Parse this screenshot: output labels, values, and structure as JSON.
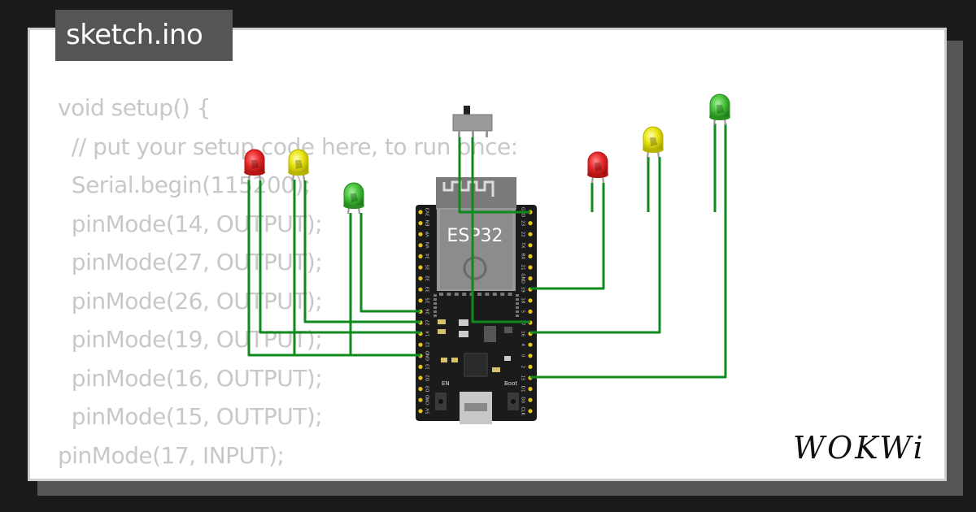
{
  "file_tab": {
    "label": "sketch.ino"
  },
  "code_lines": [
    "void setup() {",
    "  // put your setup code here, to run once:",
    "  Serial.begin(115200);",
    "  pinMode(14, OUTPUT);",
    "  pinMode(27, OUTPUT);",
    "  pinMode(26, OUTPUT);",
    "  pinMode(19, OUTPUT);",
    "  pinMode(16, OUTPUT);",
    "  pinMode(15, OUTPUT);",
    "pinMode(17, INPUT);",
    "}"
  ],
  "board": {
    "module_label": "ESP32",
    "en_label": "EN",
    "boot_label": "Boot",
    "left_pins": [
      "3V3",
      "EN",
      "VP",
      "VN",
      "34",
      "35",
      "32",
      "33",
      "25",
      "26",
      "27",
      "14",
      "12",
      "GND",
      "13",
      "D2",
      "D3",
      "CMD",
      "5V"
    ],
    "right_pins": [
      "GND",
      "23",
      "22",
      "TX",
      "RX",
      "21",
      "GND",
      "19",
      "18",
      "5",
      "17",
      "16",
      "4",
      "0",
      "2",
      "15",
      "D1",
      "D0",
      "CLK"
    ]
  },
  "leds": [
    {
      "name": "led-red-left",
      "color": "red"
    },
    {
      "name": "led-yellow-left",
      "color": "yellow"
    },
    {
      "name": "led-green-left",
      "color": "green"
    },
    {
      "name": "led-red-right",
      "color": "red"
    },
    {
      "name": "led-yellow-right",
      "color": "yellow"
    },
    {
      "name": "led-green-right",
      "color": "green"
    }
  ],
  "colors": {
    "wire": "#0f8a1d",
    "led_red": "#e8282b",
    "led_yellow": "#e8e40f",
    "led_green": "#46c23a",
    "board": "#1b1b1b",
    "module": "#8c8c8c"
  },
  "brand": {
    "logo_text": "WOKWi"
  }
}
